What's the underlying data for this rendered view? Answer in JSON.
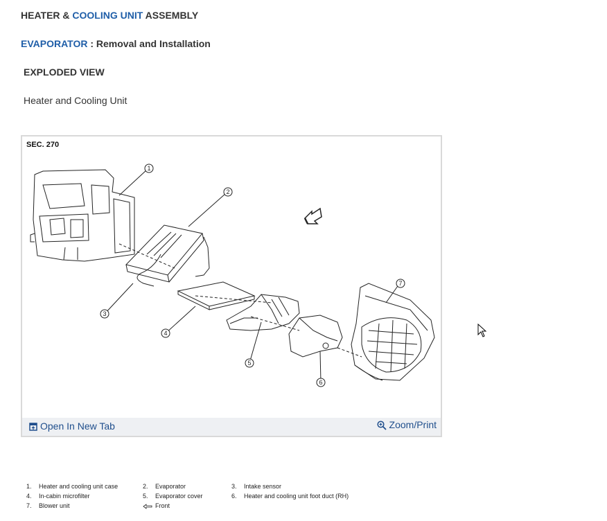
{
  "header": {
    "line1_a": "HEATER & ",
    "line1_b": "COOLING UNIT",
    "line1_c": " ASSEMBLY",
    "line2_a": "EVAPORATOR",
    "line2_b": " : Removal and Installation",
    "line3": "EXPLODED VIEW",
    "line4": "Heater and Cooling Unit"
  },
  "figure": {
    "section": "SEC. 270",
    "callouts": [
      "1",
      "2",
      "3",
      "4",
      "5",
      "6",
      "7"
    ],
    "open_tab_label": "Open In New Tab",
    "zoom_label": "Zoom/Print"
  },
  "legend": [
    {
      "num": "1.",
      "label": "Heater and cooling unit case"
    },
    {
      "num": "2.",
      "label": "Evaporator"
    },
    {
      "num": "3.",
      "label": "Intake sensor"
    },
    {
      "num": "4.",
      "label": "In-cabin microfilter"
    },
    {
      "num": "5.",
      "label": "Evaporator cover"
    },
    {
      "num": "6.",
      "label": "Heater and cooling unit foot duct (RH)"
    },
    {
      "num": "7.",
      "label": "Blower unit"
    },
    {
      "num": "",
      "label": "Front"
    }
  ],
  "colors": {
    "accent": "#1f5ea8",
    "link": "#1f4e8c",
    "footer_bg": "#eef0f3"
  }
}
